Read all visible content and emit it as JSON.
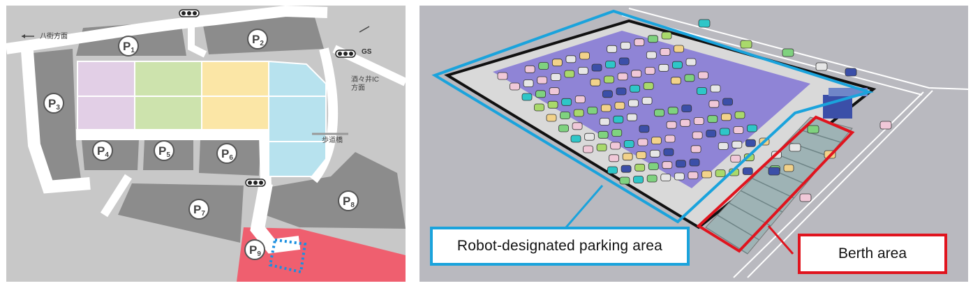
{
  "map": {
    "labels": {
      "direction_west": "八街方面",
      "gs": "GS",
      "ic_line1": "酒々井IC",
      "ic_line2": "方面",
      "footbridge": "歩道橋"
    },
    "lots": [
      {
        "id": "P1",
        "letter": "P",
        "sub": "1"
      },
      {
        "id": "P2",
        "letter": "P",
        "sub": "2"
      },
      {
        "id": "P3",
        "letter": "P",
        "sub": "3"
      },
      {
        "id": "P4",
        "letter": "P",
        "sub": "4"
      },
      {
        "id": "P5",
        "letter": "P",
        "sub": "5"
      },
      {
        "id": "P6",
        "letter": "P",
        "sub": "6"
      },
      {
        "id": "P7",
        "letter": "P",
        "sub": "7"
      },
      {
        "id": "P8",
        "letter": "P",
        "sub": "8"
      },
      {
        "id": "P9",
        "letter": "P",
        "sub": "9"
      }
    ],
    "colors": {
      "background": "#c8c8c8",
      "lot": "#8c8c8c",
      "road": "#ffffff",
      "purple_zone": "#e2cfe6",
      "green_zone": "#cde3ad",
      "yellow_zone": "#fbe6a6",
      "cyan_zone": "#b7e2ee",
      "p9_zone": "#ef5f6f",
      "dotted_marker": "#1a8fe0"
    }
  },
  "callouts": {
    "robot_area": {
      "label": "Robot-designated parking area",
      "color": "#1aa3dc"
    },
    "berth_area": {
      "label": "Berth area",
      "color": "#e0141e"
    }
  },
  "isometric": {
    "colors": {
      "background": "#b9b9bf",
      "floor": "#d9d9d9",
      "parking_bays": "#8f84d6",
      "berth_lanes": "#9eb3b5",
      "car_palette": [
        "#7fd27f",
        "#e6e6e6",
        "#3b4fa8",
        "#f0c8d8",
        "#f2d28a",
        "#2ec6c8",
        "#a9d96b"
      ]
    }
  }
}
